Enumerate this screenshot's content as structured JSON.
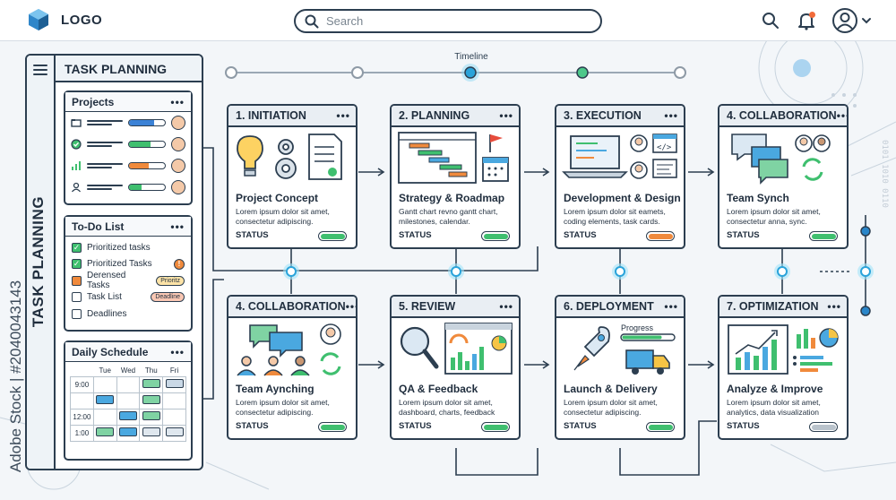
{
  "header": {
    "logo_text": "LOGO",
    "search_placeholder": "Search"
  },
  "sidebar": {
    "title": "TASK PLANNING",
    "vertical_title": "TASK PLANNING",
    "projects": {
      "title": "Projects",
      "items": [
        {
          "icon": "folder-icon",
          "progress": 0.7,
          "color": "#3b82d6"
        },
        {
          "icon": "check-circle-icon",
          "progress": 0.6,
          "color": "#3fbf6f"
        },
        {
          "icon": "bar-chart-icon",
          "progress": 0.55,
          "color": "#f08a3c"
        },
        {
          "icon": "user-icon",
          "progress": 0.35,
          "color": "#3fbf6f"
        }
      ]
    },
    "todo": {
      "title": "To-Do List",
      "items": [
        {
          "label": "Prioritized tasks",
          "checked": true,
          "color": "#3fbf6f",
          "badge": ""
        },
        {
          "label": "Prioritized Tasks",
          "checked": true,
          "color": "#3fbf6f",
          "badge": "!"
        },
        {
          "label": "Derensed Tasks",
          "checked": false,
          "color": "#f08a3c",
          "badge": "Prioritz"
        },
        {
          "label": "Task List",
          "checked": false,
          "color": "#ffffff",
          "badge": "Deadline"
        },
        {
          "label": "Deadlines",
          "checked": false,
          "color": "#ffffff",
          "badge": ""
        }
      ]
    },
    "schedule": {
      "title": "Daily Schedule",
      "days": [
        "",
        "Tue",
        "Wed",
        "Thu",
        "Fri"
      ],
      "times": [
        "9:00",
        "",
        "12:00",
        "1:00"
      ]
    }
  },
  "timeline": {
    "label": "Timeline"
  },
  "cards": [
    {
      "title": "1. INITIATION",
      "subtitle": "Project Concept",
      "desc": "Lorem ipsum dolor sit amet, consectetur adipiscing.",
      "status": "STATUS",
      "status_color": "#3fbf6f",
      "status_level": 1.0
    },
    {
      "title": "2. PLANNING",
      "subtitle": "Strategy & Roadmap",
      "desc": "Gantt chart revno gantt chart, milestones, calendar.",
      "status": "STATUS",
      "status_color": "#3fbf6f",
      "status_level": 1.0
    },
    {
      "title": "3. EXECUTION",
      "subtitle": "Development & Design",
      "desc": "Lorem ipsum dolor sit eamets, coding elements, task cards.",
      "status": "STATUS",
      "status_color": "#f08a3c",
      "status_level": 1.0
    },
    {
      "title": "4. COLLABORATION",
      "subtitle": "Team Synch",
      "desc": "Lorem ipsum dolor sit amet, consectetur anna, sync.",
      "status": "STATUS",
      "status_color": "#3fbf6f",
      "status_level": 1.0
    },
    {
      "title": "4. COLLABORATION",
      "subtitle": "Team Aynching",
      "desc": "Lorem ipsum dolor sit amet, consectetur adipiscing.",
      "status": "STATUS",
      "status_color": "#3fbf6f",
      "status_level": 1.0
    },
    {
      "title": "5. REVIEW",
      "subtitle": "QA & Feedback",
      "desc": "Lorem ipsum dolor sit amet, dashboard, charts, feedback",
      "status": "STATUS",
      "status_color": "#3fbf6f",
      "status_level": 1.0
    },
    {
      "title": "6. DEPLOYMENT",
      "subtitle": "Launch & Delivery",
      "desc": "Lorem ipsum dolor sit amet, consectetur adipiscing.",
      "status": "STATUS",
      "status_color": "#3fbf6f",
      "status_level": 1.0,
      "progress_label": "Progress"
    },
    {
      "title": "7. OPTIMIZATION",
      "subtitle": "Analyze & Improve",
      "desc": "Lorem ipsum dolor sit amet, analytics, data visualization",
      "status": "STATUS",
      "status_color": "#b9c3cc",
      "status_level": 1.0
    }
  ],
  "watermark": "Adobe Stock | #2040043143"
}
